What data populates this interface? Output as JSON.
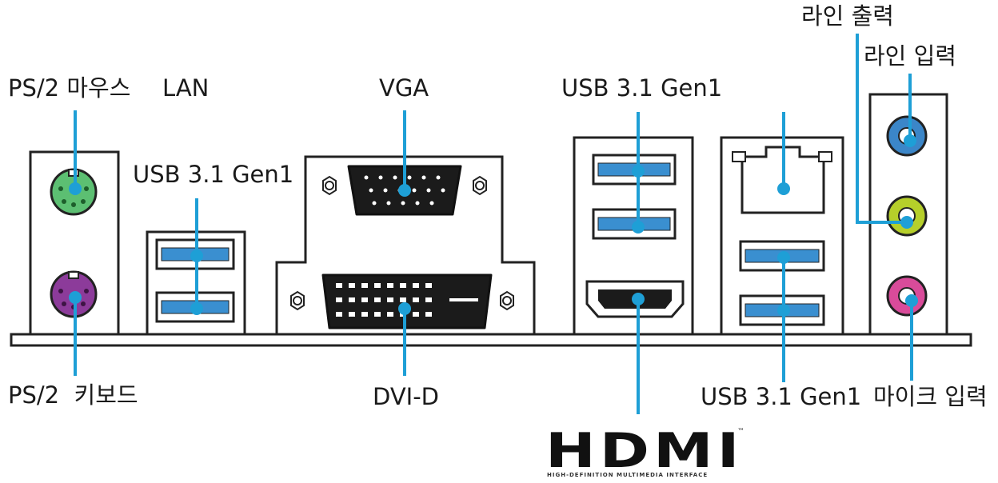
{
  "labels": {
    "ps2_mouse": "PS/2 마우스",
    "lan": "LAN",
    "vga": "VGA",
    "usb_top_right": "USB 3.1 Gen1",
    "line_out": "라인 출력",
    "line_in": "라인 입력",
    "usb_left": "USB 3.1 Gen1",
    "ps2_keyboard": "PS/2  키보드",
    "dvi_d": "DVI-D",
    "usb_bottom_right": "USB 3.1 Gen1",
    "mic_in": "마이크 입력"
  },
  "hdmi_logo": {
    "wordmark": "HDMI",
    "tagline": "HIGH-DEFINITION MULTIMEDIA INTERFACE",
    "trademark": "™"
  },
  "colors": {
    "leader_line": "#1e9fd6",
    "usb_port_blue": "#3a8fd0",
    "ps2_mouse_green": "#5cbf72",
    "ps2_keyboard_purple": "#8c3b9a",
    "audio_line_in_blue": "#3b86c8",
    "audio_line_out_lime": "#b6cf2a",
    "audio_mic_pink": "#d94b9a",
    "outline": "#222222"
  },
  "icons": [
    "ps2-mouse-port-icon",
    "ps2-keyboard-port-icon",
    "usb-port-icon",
    "vga-port-icon",
    "dvi-port-icon",
    "hdmi-port-icon",
    "lan-port-icon",
    "audio-jack-icon",
    "hex-screw-icon"
  ]
}
